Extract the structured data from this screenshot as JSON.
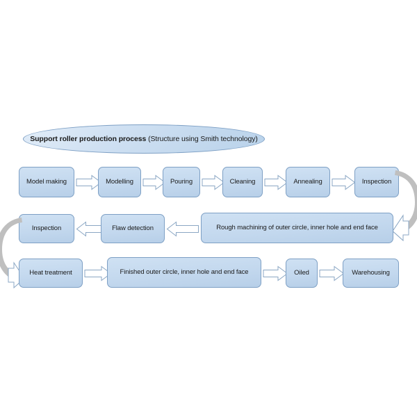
{
  "diagram": {
    "title": {
      "main": "Support roller production process",
      "sub": " (Structure using Smith technology)"
    },
    "colors": {
      "box_fill": "#c3d8ee",
      "box_border": "#7d9fc4",
      "arrow_fill": "#ffffff",
      "arrow_border": "#8ba7c4",
      "connector_gray": "#bfbfbf",
      "background": "#ffffff"
    },
    "rows": [
      {
        "name": "row-1",
        "direction": "left-to-right",
        "steps": [
          {
            "label": "Model making"
          },
          {
            "label": "Modelling"
          },
          {
            "label": "Pouring"
          },
          {
            "label": "Cleaning"
          },
          {
            "label": "Annealing"
          },
          {
            "label": "Inspection"
          }
        ]
      },
      {
        "name": "row-2",
        "direction": "right-to-left",
        "steps": [
          {
            "label": "Inspection"
          },
          {
            "label": "Flaw detection"
          },
          {
            "label": "Rough machining of outer circle, inner hole and end face"
          }
        ]
      },
      {
        "name": "row-3",
        "direction": "left-to-right",
        "steps": [
          {
            "label": "Heat treatment"
          },
          {
            "label": "Finished outer circle, inner hole and end face"
          },
          {
            "label": "Oiled"
          },
          {
            "label": "Warehousing"
          }
        ]
      }
    ],
    "connectors": [
      {
        "name": "row1-to-row2",
        "shape": "u-turn-right",
        "from": "Inspection",
        "to": "Rough machining of outer circle, inner hole and end face"
      },
      {
        "name": "row2-to-row3",
        "shape": "u-turn-left",
        "from": "Inspection",
        "to": "Heat treatment"
      }
    ]
  }
}
